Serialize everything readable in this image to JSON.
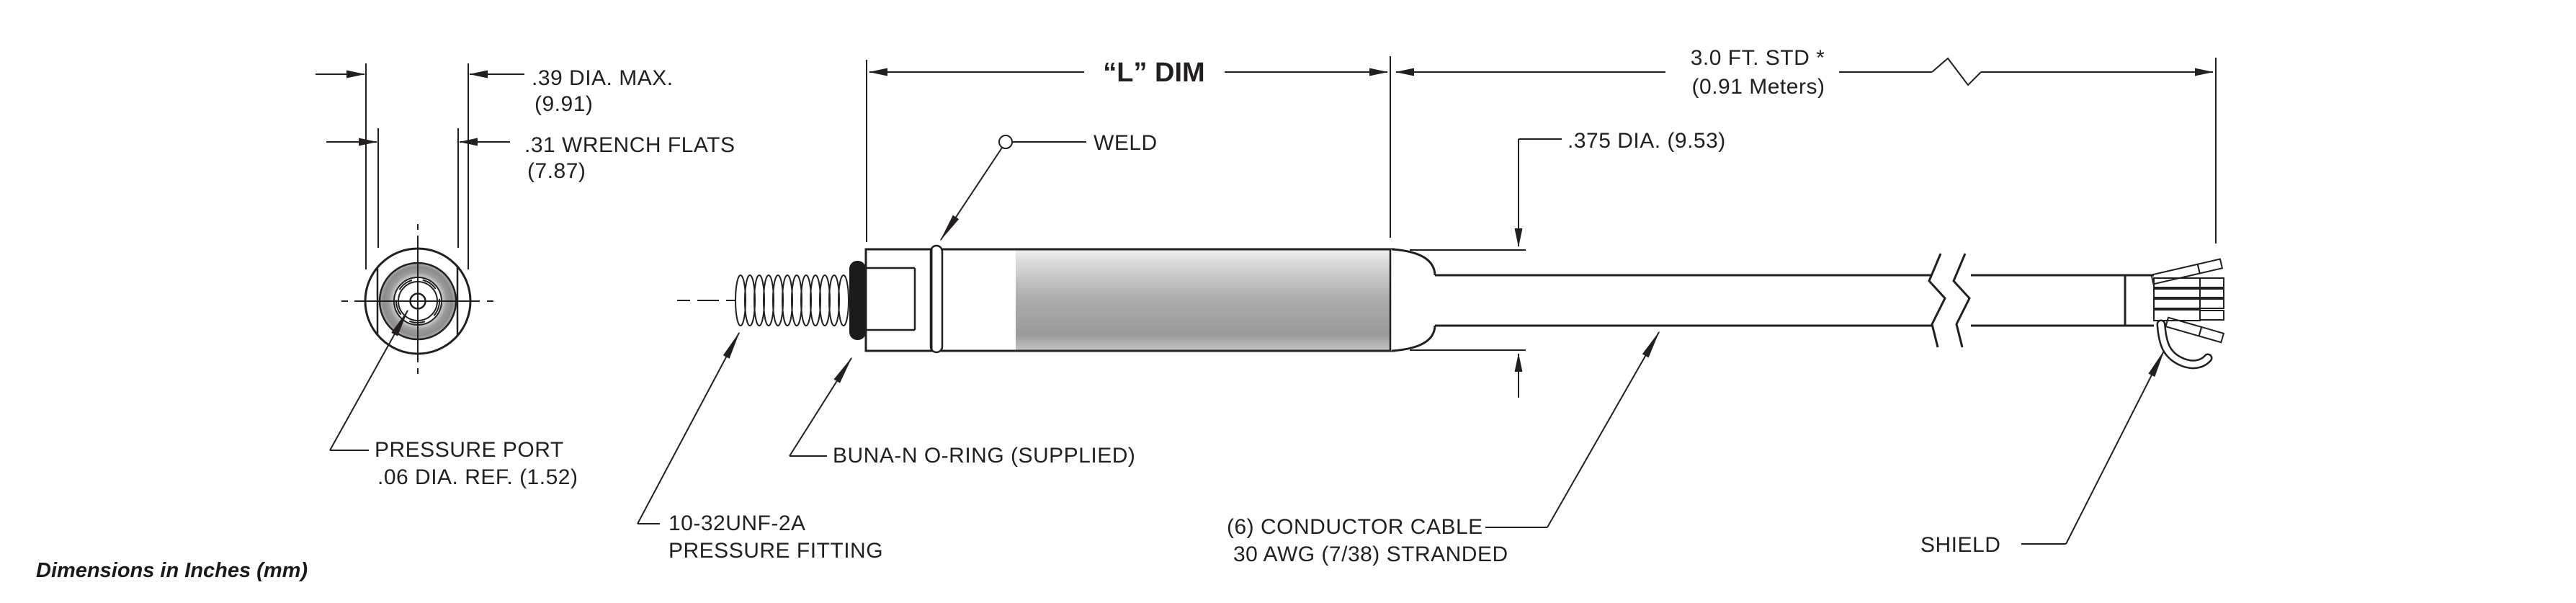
{
  "drawing": {
    "note": "Dimensions in Inches (mm)",
    "dim_dia_max_1": ".39 DIA. MAX.",
    "dim_dia_max_2": "(9.91)",
    "dim_wrench_1": ".31 WRENCH FLATS",
    "dim_wrench_2": "(7.87)",
    "dim_length": "“L” DIM",
    "dim_cable_len_1": "3.0 FT. STD *",
    "dim_cable_len_2": "(0.91 Meters)",
    "dim_cable_dia": ".375 DIA. (9.53)",
    "label_weld": "WELD",
    "label_port_1": "PRESSURE PORT",
    "label_port_2": ".06 DIA. REF.  (1.52)",
    "label_fitting_1": "10-32UNF-2A",
    "label_fitting_2": "PRESSURE FITTING",
    "label_oring": "BUNA-N O-RING (SUPPLIED)",
    "label_cable_1": "(6) CONDUCTOR CABLE",
    "label_cable_2": "30 AWG (7/38) STRANDED",
    "label_shield": "SHIELD",
    "colors": {
      "line": "#231f20",
      "wire_yellow": "#ffe400",
      "wire_red": "#ec1c24",
      "wire_white": "#ffffff",
      "wire_green": "#00d220",
      "wire_black": "#1a1a1a",
      "wire_blue": "#1f1fff",
      "housing_gray": "#ababab"
    }
  }
}
